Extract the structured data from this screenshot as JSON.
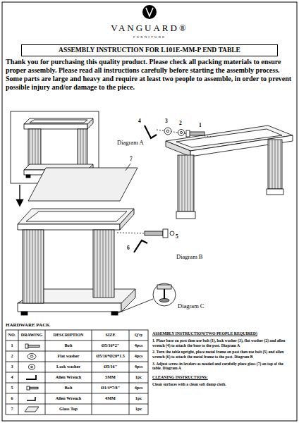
{
  "diagram": {
    "title": "ASSEMBLY INSTRUCTION FOR L101E-MM-P END TABLE",
    "labels": [
      "VANGUARD®",
      "FURNITURE",
      "Thank you for purchasing this quality product. Please check all packing materials to ensure proper assembly. Please read all instructions carefully before starting the assembly process. Some parts are large and heavy and require at least two people to assemble, in order to prevent possible injury and/or damage to the piece.",
      "Diagram A",
      "4",
      "3",
      "2",
      "1",
      "7",
      "5",
      "6",
      "Diagram B",
      "Diagram C",
      "HARDWARE PACK",
      "NO.",
      "DRAWING",
      "DESCRIPTION",
      "SIZE",
      "Q'ty",
      "1",
      "Bolt",
      "Ø5/16*2\"",
      "4pcs",
      "2",
      "Flat washer",
      "Ø5/16*Ø20*1.5",
      "4pcs",
      "3",
      "Lock washer",
      "Ø5/16\"",
      "4pcs",
      "4",
      "Allen Wrench",
      "5MM",
      "1pc",
      "5",
      "Bolt",
      "Ø1/4*7/8\"",
      "4pcs",
      "6",
      "Allen Wrench",
      "4MM",
      "1pc",
      "7",
      "Glass Top",
      "1pc",
      "ASSEMBLY INSTRUCTION(TWO PEOPLE REQUIRED)",
      "1. Place base on post then use bolt (1), lock washer (3), flat washer (2) and allen wrench (4) to attach the base to the post. Diagram A",
      "2. Turn the table upright, place metal frame on post then use bolt (5) and allen wrench (6) to attach the metal frame to the post. Diagram B",
      "3. Adjust screw-in levelers as needed and carefully place glass (7) on top of the table. Diagram A",
      "CLEANING INSTRUCTIONS:",
      "Clean surfaces with a clean soft damp cloth."
    ]
  }
}
